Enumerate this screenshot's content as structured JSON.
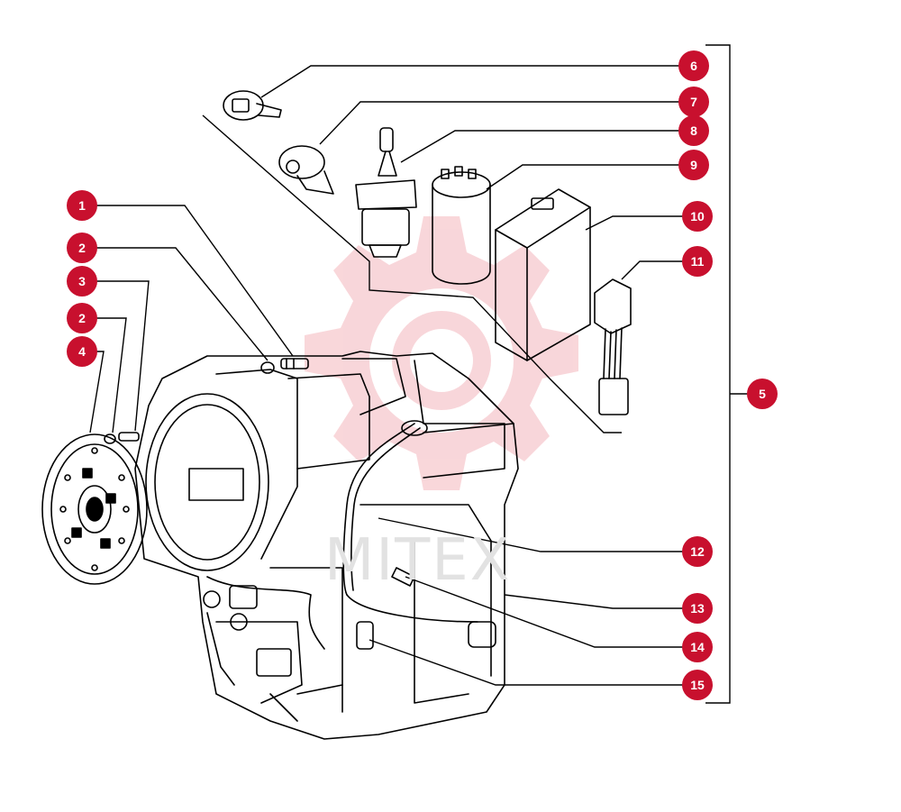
{
  "diagram": {
    "callouts": {
      "c1": "1",
      "c2a": "2",
      "c3": "3",
      "c2b": "2",
      "c4": "4",
      "c5": "5",
      "c6": "6",
      "c7": "7",
      "c8": "8",
      "c9": "9",
      "c10": "10",
      "c11": "11",
      "c12": "12",
      "c13": "13",
      "c14": "14",
      "c15": "15"
    },
    "watermark": "MITEX",
    "colors": {
      "callout": "#c8102e",
      "line": "#000000",
      "watermark": "#f4b6bc"
    }
  }
}
